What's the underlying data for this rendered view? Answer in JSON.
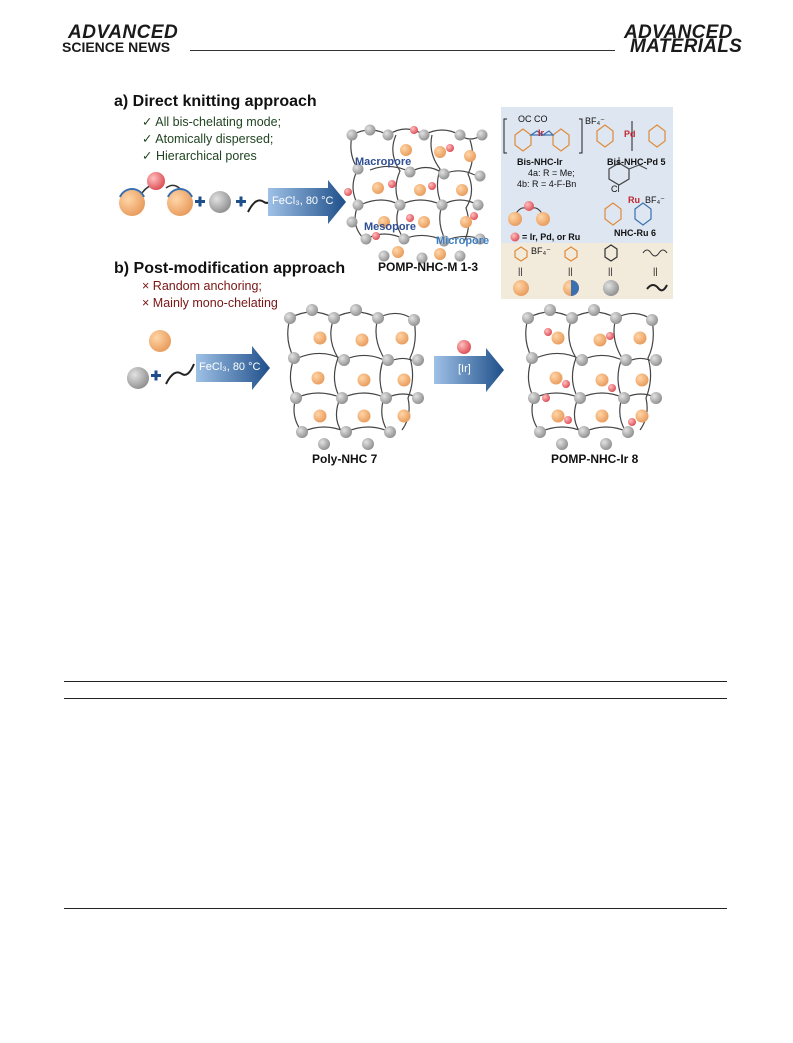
{
  "header": {
    "left_logo_line1": "ADVANCED",
    "left_logo_line2": "SCIENCE NEWS",
    "right_logo_line1": "ADVANCED",
    "right_logo_line2": "MATERIALS"
  },
  "figure": {
    "section_a": {
      "title": "a)  Direct knitting approach",
      "bullets": [
        "All bis-chelating mode;",
        "Atomically dispersed;",
        "Hierarchical pores"
      ],
      "bullet_mark": "✓",
      "arrow_label": "FeCl₃, 80 °C",
      "pore_labels": [
        "Macropore",
        "Mesopore",
        "Micropore"
      ],
      "caption": "POMP-NHC-M 1-3"
    },
    "section_b": {
      "title": "b)  Post-modification approach",
      "bullets": [
        "Random anchoring;",
        "Mainly mono-chelating"
      ],
      "bullet_mark": "×",
      "arrow_label_1": "FeCl₃, 80 °C",
      "arrow_label_2": "[Ir]",
      "caption_1": "Poly-NHC 7",
      "caption_2": "POMP-NHC-Ir 8"
    },
    "panel": {
      "ir_complex": "Bis-NHC-Ir",
      "ir_ligand_co": "OC   CO",
      "ir_metal": "Ir",
      "counterion": "BF₄⁻",
      "ir_4a": "4a: R = Me;",
      "ir_4b": "4b: R = 4-F-Bn",
      "pd_complex": "Bis-NHC-Pd 5",
      "pd_metal": "Pd",
      "ru_complex": "NHC-Ru 6",
      "ru_metal": "Ru",
      "ru_cl": "Cl",
      "metal_legend": "= Ir, Pd, or Ru",
      "equals": "||"
    }
  },
  "colors": {
    "orange_node": "#f2b27c",
    "gray_node": "#a9a9a9",
    "red_metal": "#e86a6e",
    "arrow_blue": "#2a5d9a",
    "panel_blue": "#dde6f1",
    "panel_cream": "#f2eadb"
  }
}
